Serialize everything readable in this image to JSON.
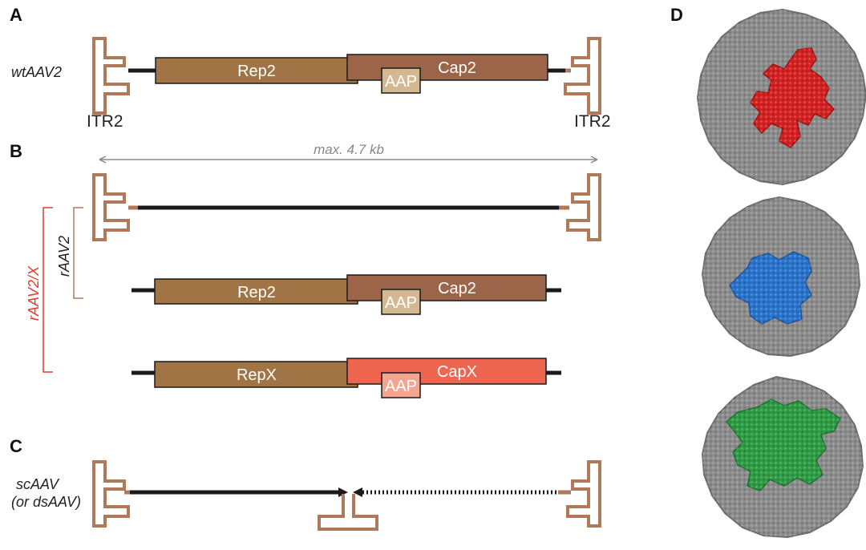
{
  "panels": {
    "a": "A",
    "b": "B",
    "c": "C",
    "d": "D"
  },
  "labels": {
    "wt": "wtAAV2",
    "itr_left": "ITR2",
    "itr_right": "ITR2",
    "max_length": "max. 4.7 kb",
    "raav2": "rAAV2",
    "raav2x": "rAAV2/X",
    "scaav_line1": "scAAV",
    "scaav_line2": "(or dsAAV)"
  },
  "genes": {
    "rep2": "Rep2",
    "cap2": "Cap2",
    "aap": "AAP",
    "repx": "RepX",
    "capx": "CapX"
  },
  "colors": {
    "itr": "#b07a5a",
    "rep": "#a07444",
    "cap": "#9c6448",
    "capx": "#ee6650",
    "aap": "#d4b892",
    "aap_light": "#f3a590",
    "line": "#1a1a1a",
    "red_bracket": "#e63c2e",
    "brown_bracket": "#b07a5a",
    "capsid_gray": "#8c8c8c",
    "highlight_red": "#d42222",
    "highlight_blue": "#2a74cc",
    "highlight_green": "#2e9c44"
  }
}
